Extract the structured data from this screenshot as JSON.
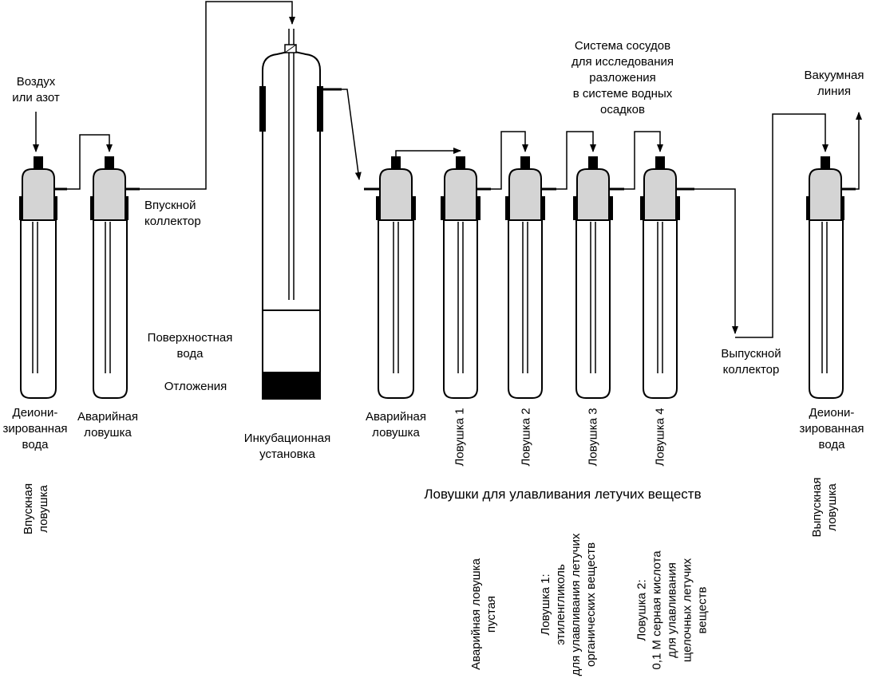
{
  "colors": {
    "background": "#ffffff",
    "ink": "#000000",
    "vessel_cap": "#d4d4d4",
    "sediment": "#000000"
  },
  "labels": {
    "air_or_nitrogen": "Воздух\nили азот",
    "inlet_manifold": "Впускной\nколлектор",
    "surface_water": "Поверхностная\nвода",
    "sediments": "Отложения",
    "system_title": "Система сосудов\nдля исследования\nразложения\nв системе водных\nосадков",
    "vacuum_line": "Вакуумная\nлиния",
    "outlet_manifold": "Выпускной\nколлектор",
    "deionized_water_left": "Деиони-\nзированная\nвода",
    "emergency_trap_left": "Аварийная\nловушка",
    "incubation_unit": "Инкубационная\nустановка",
    "emergency_trap_right": "Аварийная\nловушка",
    "trap_1": "Ловушка 1",
    "trap_2": "Ловушка 2",
    "trap_3": "Ловушка 3",
    "trap_4": "Ловушка 4",
    "deionized_water_right": "Деиони-\nзированная\nвода",
    "inlet_trap": "Впускная\nловушка",
    "volatile_traps": "Ловушки для улавливания летучих веществ",
    "outlet_trap": "Выпускная\nловушка",
    "emergency_trap_empty": "Аварийная ловушка\nпустая",
    "trap_1_desc": "Ловушка 1:\nэтиленгликоль\nдля улавливания летучих\nорганических веществ",
    "trap_2_desc": "Ловушка 2:\n0,1 М серная кислота\nдля улавливания\nщелочных летучих\nвеществ"
  }
}
